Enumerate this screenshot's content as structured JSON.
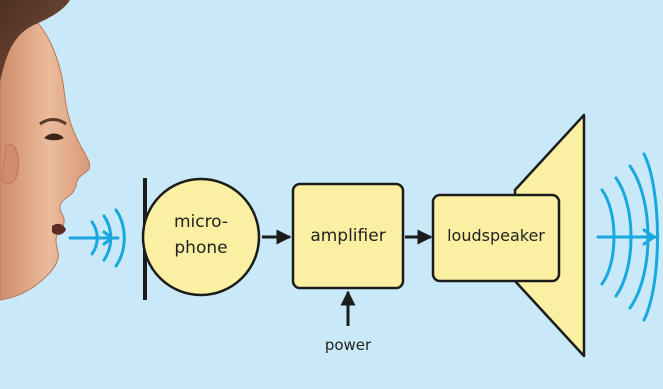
{
  "diagram": {
    "microphone_label_line1": "micro-",
    "microphone_label_line2": "phone",
    "amplifier_label": "amplifier",
    "loudspeaker_label": "loudspeaker",
    "power_label": "power"
  },
  "colors": {
    "background": "#c9e9f8",
    "component_fill": "#fbf0a2",
    "outline": "#1c1c1c",
    "sound_wave": "#18a8de",
    "skin": "#e6b393",
    "hair": "#6a4330"
  },
  "icons": {
    "person": "human-head-profile",
    "incoming_sound": "sound-wave-arrows",
    "outgoing_sound": "sound-wave-arrows"
  }
}
